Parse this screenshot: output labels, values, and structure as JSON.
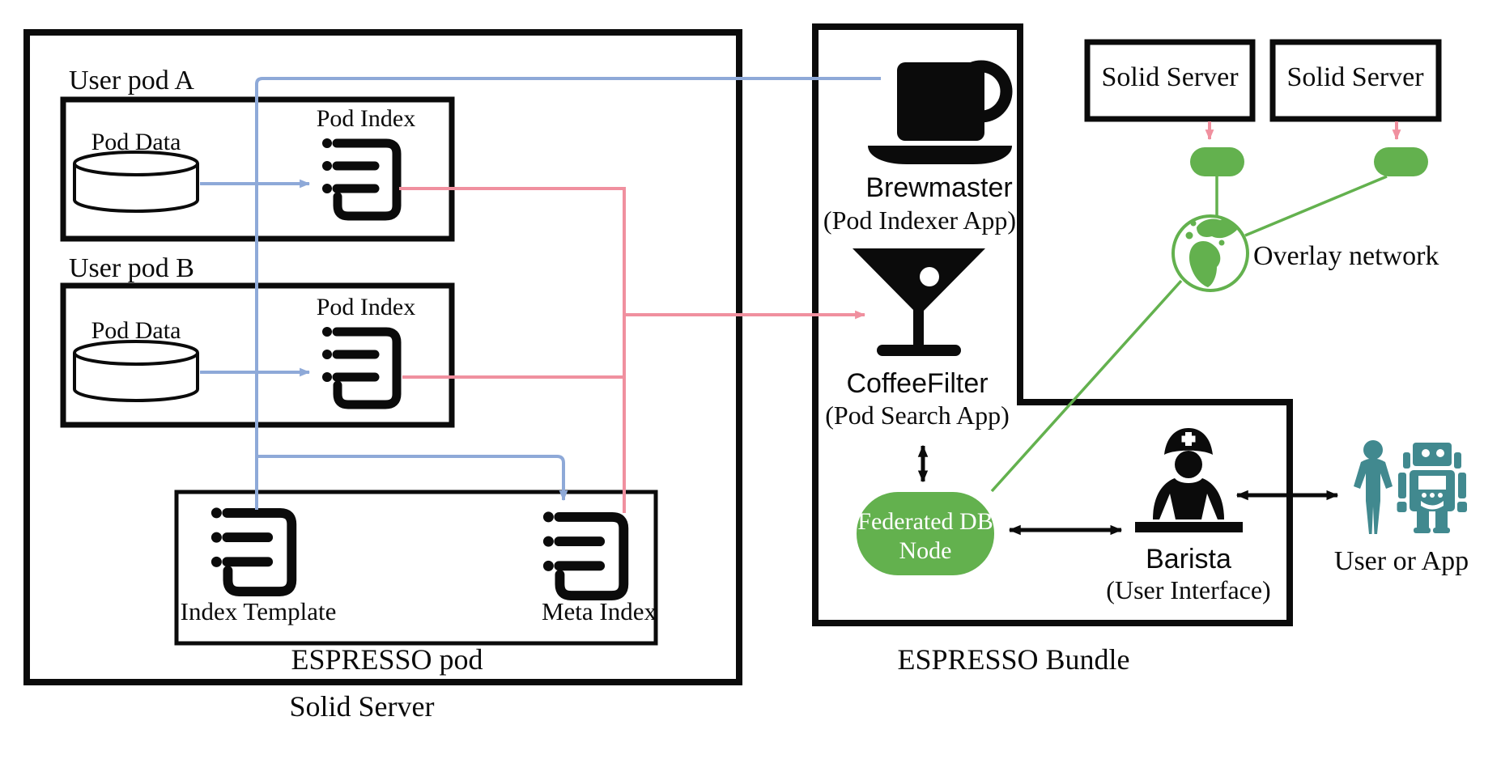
{
  "colors": {
    "line_blue": "#8ea9d8",
    "line_pink": "#f0909f",
    "green": "#63b14e",
    "teal": "#41898f",
    "ink": "#0b0b0b",
    "background": "#ffffff"
  },
  "solid_server": {
    "title": "Solid Server",
    "user_pod_a": {
      "title": "User pod A",
      "pod_data_label": "Pod Data",
      "pod_index_label": "Pod Index"
    },
    "user_pod_b": {
      "title": "User pod B",
      "pod_data_label": "Pod Data",
      "pod_index_label": "Pod Index"
    },
    "espresso_pod": {
      "title": "ESPRESSO pod",
      "index_template_label": "Index Template",
      "meta_index_label": "Meta Index"
    }
  },
  "espresso_bundle": {
    "title": "ESPRESSO Bundle",
    "brewmaster": {
      "name": "Brewmaster",
      "role": "(Pod Indexer App)"
    },
    "coffee_filter": {
      "name": "CoffeeFilter",
      "role": "(Pod Search App)"
    },
    "federated_db_node": {
      "line1": "Federated DB",
      "line2": "Node"
    },
    "barista": {
      "name": "Barista",
      "role": "(User Interface)"
    }
  },
  "overlay_network": {
    "label": "Overlay network",
    "solid_server_left": "Solid Server",
    "solid_server_right": "Solid Server"
  },
  "user_or_app": {
    "label": "User or App"
  },
  "icons": {
    "pod_data": "database-cylinder-icon",
    "pod_index": "bulleted-list-icon",
    "index_template": "bulleted-list-icon",
    "meta_index": "bulleted-list-icon",
    "brewmaster": "coffee-cup-icon",
    "coffee_filter": "martini-glass-icon",
    "barista": "nurse-counter-icon",
    "overlay_network": "globe-icon",
    "network_node": "capsule-node-icon",
    "user": "person-icon",
    "app": "robot-icon"
  }
}
